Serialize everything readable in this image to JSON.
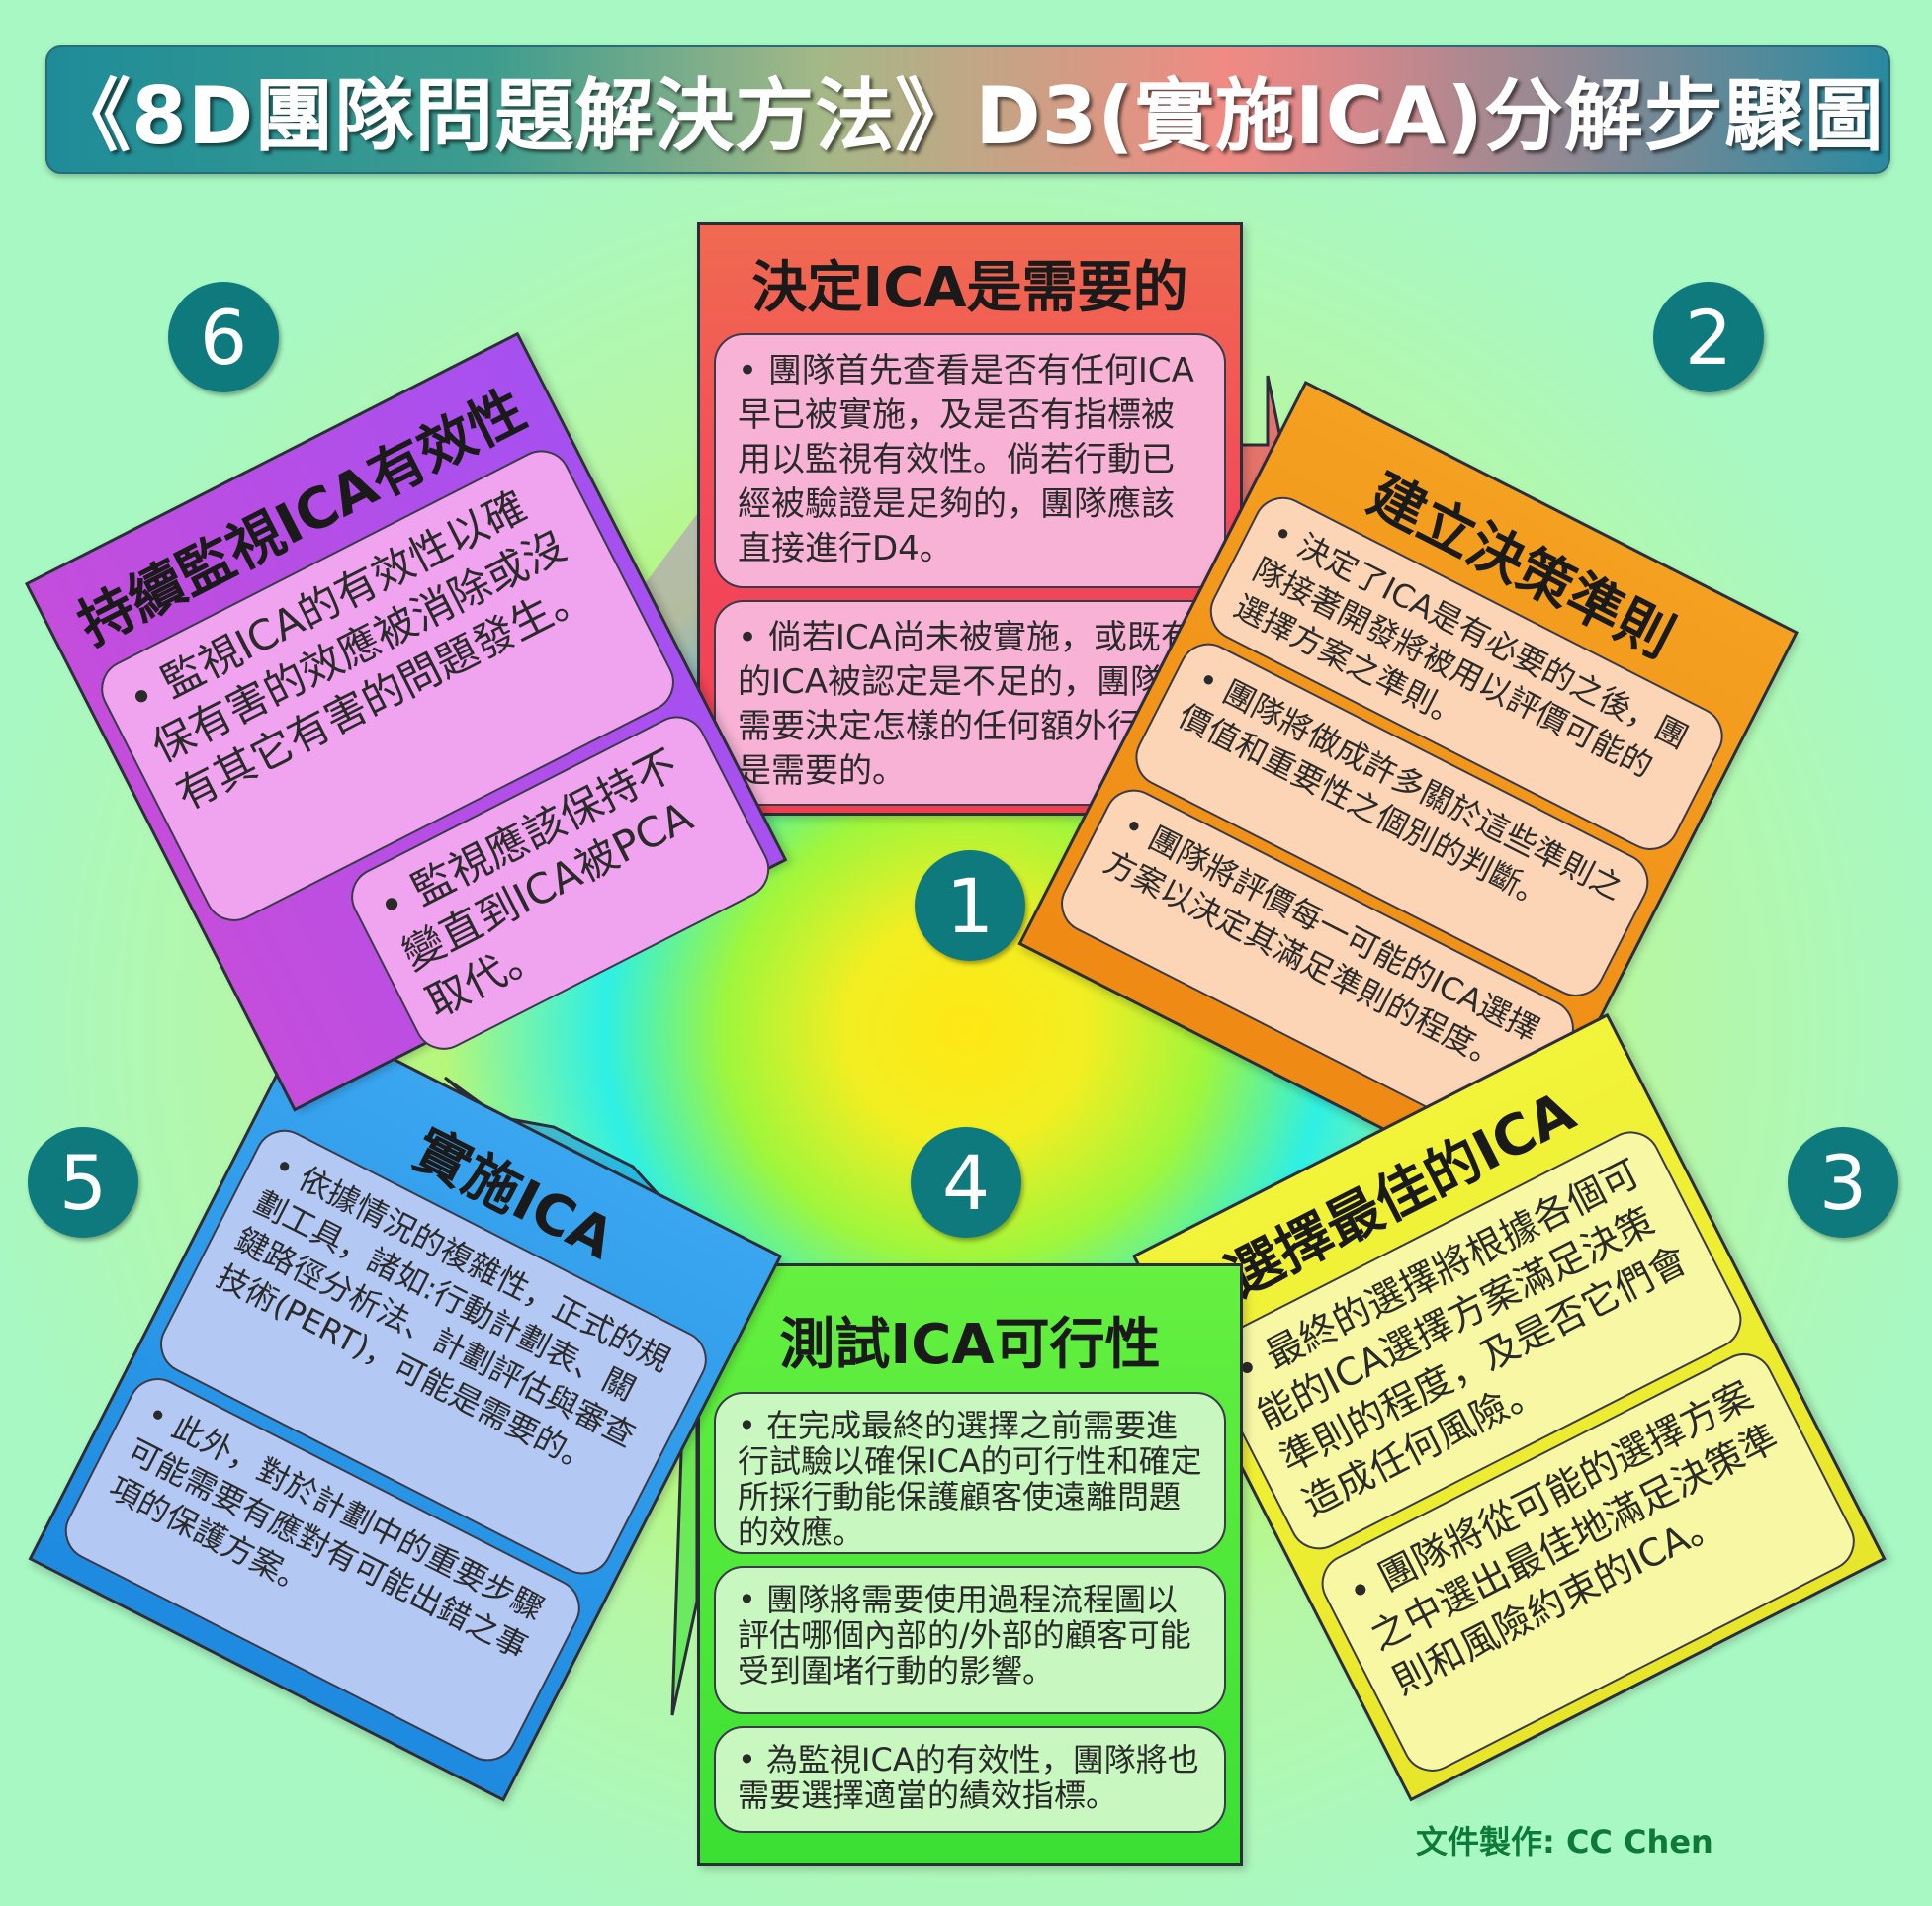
{
  "title": "《8D團隊問題解決方法》D3(實施ICA)分解步驟圖",
  "credit": "文件製作: CC Chen",
  "colors": {
    "step1": "#f3475a",
    "step2": "#ef8a14",
    "step3": "#e8e62a",
    "step4": "#3ae034",
    "step5": "#1e8ae0",
    "step6": "#b24ee6",
    "number_badge": "#0e7a7e"
  },
  "steps": [
    {
      "number": "1",
      "title": "決定ICA是需要的",
      "bullets": [
        "團隊首先查看是否有任何ICA早已被實施，及是否有指標被用以監視有效性。倘若行動已經被驗證是足夠的，團隊應該直接進行D4。",
        "倘若ICA尚未被實施，或既有的ICA被認定是不足的，團隊將需要決定怎樣的任何額外行動是需要的。"
      ]
    },
    {
      "number": "2",
      "title": "建立決策準則",
      "bullets": [
        "決定了ICA是有必要的之後，團隊接著開發將被用以評價可能的選擇方案之準則。",
        "團隊將做成許多關於這些準則之價值和重要性之個別的判斷。",
        "團隊將評價每一可能的ICA選擇方案以決定其滿足準則的程度。"
      ]
    },
    {
      "number": "3",
      "title": "選擇最佳的ICA",
      "bullets": [
        "最終的選擇將根據各個可能的ICA選擇方案滿足決策準則的程度，及是否它們會造成任何風險。",
        "團隊將從可能的選擇方案之中選出最佳地滿足決策準則和風險約束的ICA。"
      ]
    },
    {
      "number": "4",
      "title": "測試ICA可行性",
      "bullets": [
        "在完成最終的選擇之前需要進行試驗以確保ICA的可行性和確定所採行動能保護顧客使遠離問題的效應。",
        "團隊將需要使用過程流程圖以評估哪個內部的/外部的顧客可能受到圍堵行動的影響。",
        "為監視ICA的有效性，團隊將也需要選擇適當的績效指標。"
      ]
    },
    {
      "number": "5",
      "title": "實施ICA",
      "bullets": [
        "依據情況的複雜性，正式的規劃工具，諸如:行動計劃表、關鍵路徑分析法、計劃評估與審查技術(PERT)，可能是需要的。",
        "此外，對於計劃中的重要步驟可能需要有應對有可能出錯之事項的保護方案。"
      ]
    },
    {
      "number": "6",
      "title": "持續監視ICA有效性",
      "bullets": [
        "監視ICA的有效性以確保有害的效應被消除或沒有其它有害的問題發生。",
        "監視應該保持不變直到ICA被PCA取代。"
      ]
    }
  ]
}
